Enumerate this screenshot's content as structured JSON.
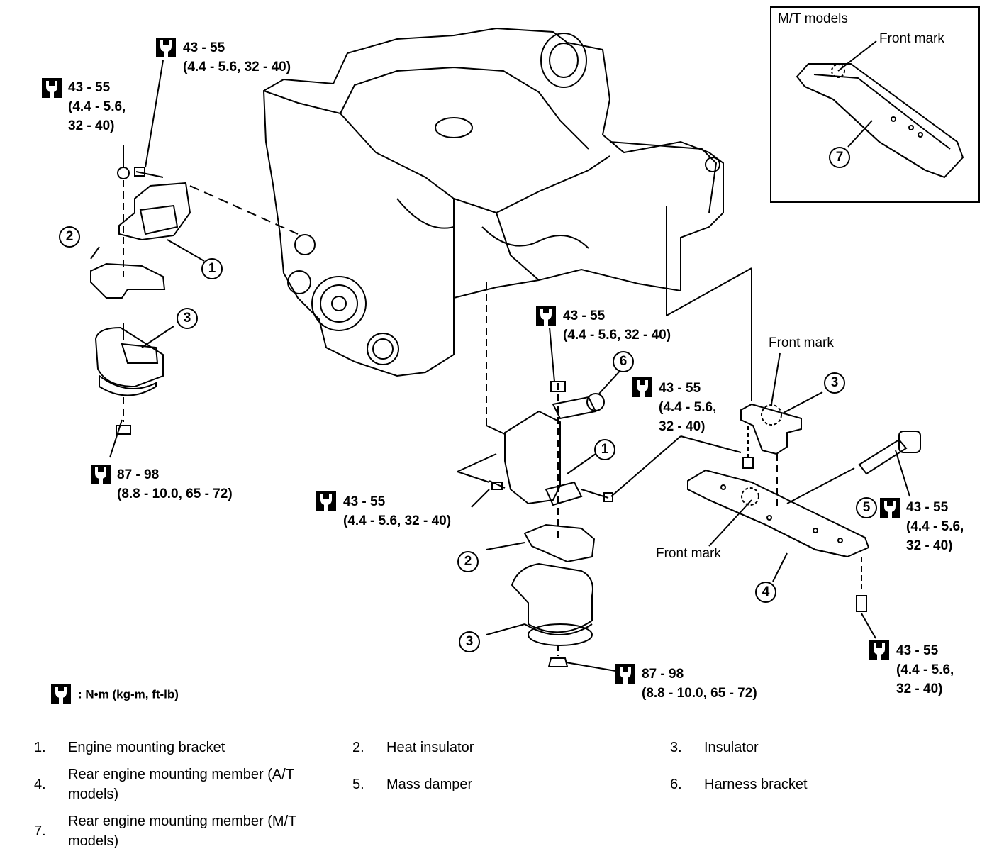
{
  "mt_inset": {
    "title": "M/T models",
    "front_mark": "Front mark",
    "callout": "7"
  },
  "torque": {
    "t1": [
      "43 - 55",
      "(4.4 - 5.6, 32 - 40)"
    ],
    "t2": [
      "43 - 55",
      "(4.4 - 5.6,",
      "32 - 40)"
    ],
    "t3": [
      "87 - 98",
      "(8.8 - 10.0, 65 - 72)"
    ],
    "t4": [
      "43 - 55",
      "(4.4 - 5.6, 32 - 40)"
    ],
    "t5": [
      "43 - 55",
      "(4.4 - 5.6,",
      "32 - 40)"
    ],
    "t6": [
      "43 - 55",
      "(4.4 - 5.6, 32 - 40)"
    ],
    "t7": [
      "87 - 98",
      "(8.8 - 10.0, 65 - 72)"
    ],
    "t8": [
      "43 - 55",
      "(4.4 - 5.6,",
      "32 - 40)"
    ],
    "t9": [
      "43 - 55",
      "(4.4 - 5.6,",
      "32 - 40)"
    ]
  },
  "labels": {
    "front_mark_upper": "Front mark",
    "front_mark_lower": "Front mark"
  },
  "callouts": {
    "c1a": "1",
    "c2a": "2",
    "c3a": "3",
    "c1b": "1",
    "c2b": "2",
    "c3b": "3",
    "c6": "6",
    "c3c": "3",
    "c4": "4",
    "c5": "5"
  },
  "unit_note": ": N•m  (kg-m,  ft-lb)",
  "legend": [
    {
      "num": "1.",
      "text": "Engine mounting bracket"
    },
    {
      "num": "2.",
      "text": "Heat insulator"
    },
    {
      "num": "3.",
      "text": "Insulator"
    },
    {
      "num": "4.",
      "text": "Rear engine mounting member (A/T models)"
    },
    {
      "num": "5.",
      "text": "Mass damper"
    },
    {
      "num": "6.",
      "text": "Harness bracket"
    },
    {
      "num": "7.",
      "text": "Rear engine mounting member (M/T models)"
    }
  ]
}
